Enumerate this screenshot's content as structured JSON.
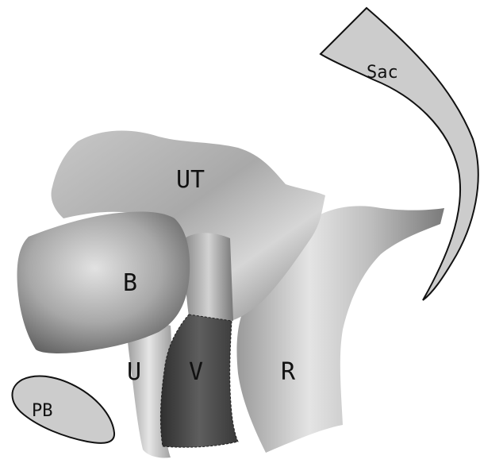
{
  "figure": {
    "labels": {
      "sac": "Sac",
      "ut": "UT",
      "b": "B",
      "u": "U",
      "v": "V",
      "r": "R",
      "pb": "PB"
    },
    "colors": {
      "background": "#ffffff",
      "flat_shape_fill": "#cccccc",
      "outline": "#111111",
      "surface_light": "#d9d9d9",
      "surface_mid": "#9e9e9e",
      "surface_dark": "#555555",
      "v_dark": "#3e3e3e"
    }
  }
}
